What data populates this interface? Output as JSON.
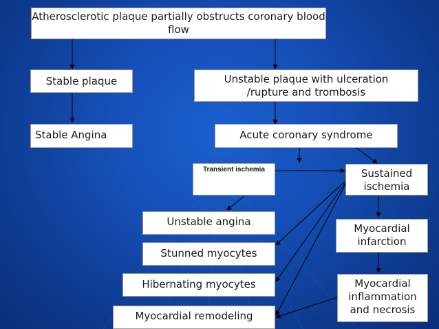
{
  "nodes": {
    "plaque_obstruction": "Atherosclerotic plaque partially obstructs coronary blood flow",
    "stable_plaque": "Stable plaque",
    "unstable_plaque": "Unstable plaque with ulceration /rupture and trombosis",
    "stable_angina": "Stable Angina",
    "acute_coronary_syndrome": "Acute coronary syndrome",
    "transient_ischemia": "Transient ischemia",
    "sustained_ischemia": "Sustained ischemia",
    "unstable_angina": "Unstable angina",
    "myocardial_infarction": "Myocardial infarction",
    "stunned_myocytes": "Stunned myocytes",
    "hibernating_myocytes": "Hibernating myocytes",
    "myocardial_inflammation": "Myocardial inflammation and necrosis",
    "myocardial_remodeling": "Myocardial remodeling"
  }
}
